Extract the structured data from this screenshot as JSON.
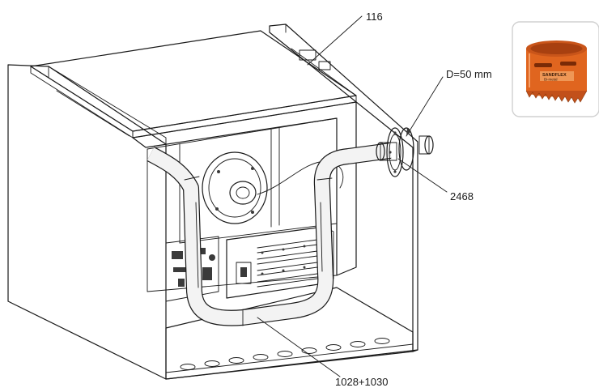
{
  "callouts": {
    "top_part": "116",
    "diameter": "D=50 mm",
    "flange_part": "2468",
    "pipe_part": "1028+1030"
  },
  "inset": {
    "tool": "hole-saw",
    "brand_text_1": "SANDFLEX",
    "brand_text_2": "Bi-metal",
    "accent_color": "#e0651f",
    "frame_color": "#d8d8d8"
  },
  "colors": {
    "line": "#1a1a1a",
    "background": "#ffffff"
  }
}
